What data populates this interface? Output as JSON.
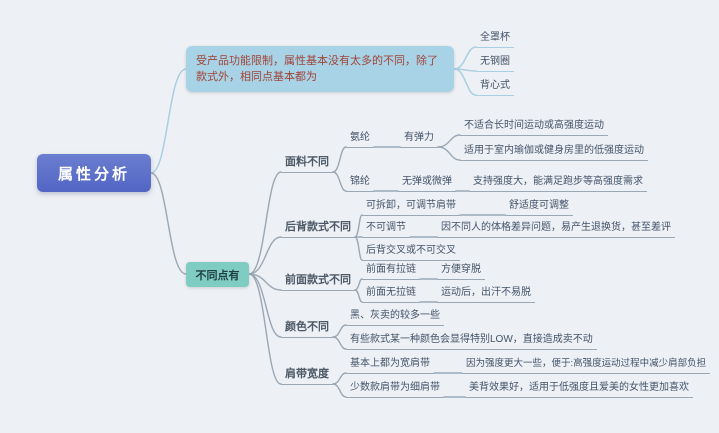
{
  "canvas": {
    "background": "#edf0f4"
  },
  "colors": {
    "root_bg": "#5b6cc8",
    "common_branch_bg": "#a8d3e7",
    "common_branch_text": "#a04437",
    "diff_branch_bg": "#7fccc3",
    "top_line": "#a9cfe0",
    "bottom_line": "#9aa7b5",
    "leaf_text": "#44546a"
  },
  "mindmap": {
    "root": {
      "label": "属性分析"
    },
    "branches": [
      {
        "label": "受产品功能限制，属性基本没有太多的不同，除了款式外，相同点基本都为",
        "children": [
          {
            "label": "全罩杯"
          },
          {
            "label": "无钢圈"
          },
          {
            "label": "背心式"
          }
        ]
      },
      {
        "label": "不同点有",
        "children": [
          {
            "label": "面料不同",
            "children": [
              {
                "label": "氨纶",
                "children": [
                  {
                    "label": "有弹力",
                    "children": [
                      {
                        "label": "不适合长时间运动或高强度运动"
                      },
                      {
                        "label": "适用于室内瑜伽或健身房里的低强度运动"
                      }
                    ]
                  }
                ]
              },
              {
                "label": "锦纶",
                "children": [
                  {
                    "label": "无弹或微弹",
                    "children": [
                      {
                        "label": "支持强度大，能满足跑步等高强度需求"
                      }
                    ]
                  }
                ]
              }
            ]
          },
          {
            "label": "后背款式不同",
            "children": [
              {
                "label": "可拆卸，可调节肩带",
                "children": [
                  {
                    "label": "舒适度可调整"
                  }
                ]
              },
              {
                "label": "不可调节",
                "children": [
                  {
                    "label": "因不同人的体格差异问题，易产生退换货，甚至差评"
                  }
                ]
              },
              {
                "label": "后背交叉或不可交叉"
              }
            ]
          },
          {
            "label": "前面款式不同",
            "children": [
              {
                "label": "前面有拉链",
                "children": [
                  {
                    "label": "方便穿脱"
                  }
                ]
              },
              {
                "label": "前面无拉链",
                "children": [
                  {
                    "label": "运动后，出汗不易脱"
                  }
                ]
              }
            ]
          },
          {
            "label": "颜色不同",
            "children": [
              {
                "label": "黑、灰卖的较多一些"
              },
              {
                "label": "有些款式某一种颜色会显得特别LOW，直接造成卖不动"
              }
            ]
          },
          {
            "label": "肩带宽度",
            "children": [
              {
                "label": "基本上都为宽肩带",
                "children": [
                  {
                    "label": "因为强度更大一些，便于:高强度运动过程中减少肩部负担"
                  }
                ]
              },
              {
                "label": "少数款肩带为细肩带",
                "children": [
                  {
                    "label": "美背效果好，适用于低强度且爱美的女性更加喜欢"
                  }
                ]
              }
            ]
          }
        ]
      }
    ]
  }
}
